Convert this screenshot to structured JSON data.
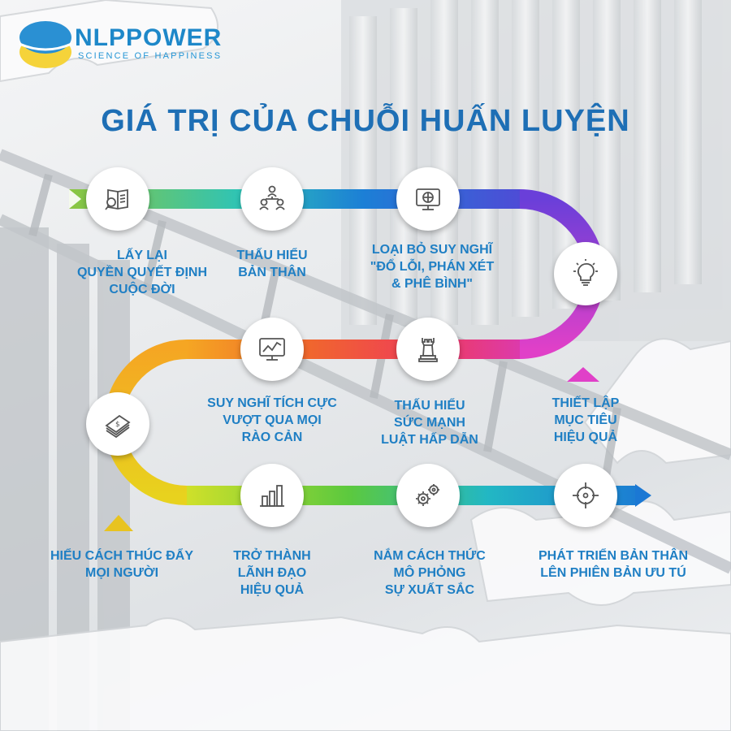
{
  "brand": {
    "name": "NLPPOWER",
    "tagline": "SCIENCE OF HAPPINESS"
  },
  "title": "GIÁ TRỊ CỦA CHUỖI HUẤN LUYỆN",
  "colors": {
    "title": "#1e6fb5",
    "label": "#1f7fc4",
    "logo_blue": "#1e88c9",
    "logo_yellow": "#f5d33a"
  },
  "steps": [
    {
      "icon": "document-search-icon",
      "label": [
        "LẤY LẠI",
        "QUYỀN QUYẾT ĐỊNH",
        "CUỘC ĐỜI"
      ]
    },
    {
      "icon": "people-hierarchy-icon",
      "label": [
        "THẤU HIỂU",
        "BẢN THÂN"
      ]
    },
    {
      "icon": "monitor-brain-icon",
      "label": [
        "LOẠI BỎ SUY NGHĨ",
        "\"ĐỔ LỖI, PHÁN XÉT",
        "& PHÊ BÌNH\""
      ]
    },
    {
      "icon": "lightbulb-icon",
      "label": [
        "THIẾT LẬP",
        "MỤC TIÊU",
        "HIỆU QUẢ"
      ]
    },
    {
      "icon": "chess-rook-icon",
      "label": [
        "THẤU HIỂU",
        "SỨC MẠNH",
        "LUẬT HẤP DẪN"
      ]
    },
    {
      "icon": "chart-monitor-icon",
      "label": [
        "SUY NGHĨ TÍCH CỰC",
        "VƯỢT QUA MỌI",
        "RÀO CẢN"
      ]
    },
    {
      "icon": "money-stack-icon",
      "label": [
        "HIỂU CÁCH THÚC ĐẨY",
        "MỌI NGƯỜI"
      ]
    },
    {
      "icon": "bar-chart-icon",
      "label": [
        "TRỞ THÀNH",
        "LÃNH ĐẠO",
        "HIỆU QUẢ"
      ]
    },
    {
      "icon": "gears-icon",
      "label": [
        "NẮM CÁCH THỨC",
        "MÔ PHỎNG",
        "SỰ XUẤT SẮC"
      ]
    },
    {
      "icon": "target-icon",
      "label": [
        "PHÁT TRIỂN BẢN THÂN",
        "LÊN PHIÊN BẢN ƯU TÚ"
      ]
    }
  ]
}
